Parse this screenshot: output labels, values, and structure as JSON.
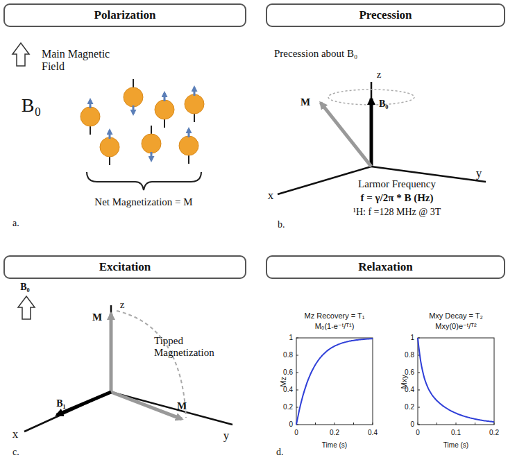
{
  "diagram": {
    "nodes": [
      {
        "text": [
          "Polarization"
        ]
      },
      {
        "text": [
          "Precession"
        ]
      },
      {
        "text": [
          "Excitation"
        ]
      },
      {
        "text": [
          "Relaxation"
        ]
      }
    ],
    "labels": [
      "Main Magnetic Field",
      "B₀",
      "Net Magnetization = M",
      "a.",
      "Precession about B₀",
      "z",
      "B₀",
      "M",
      "x",
      "y",
      "Larmor Frequency",
      "f = γ/2π * B (Hz)",
      "¹H:  f =128 MHz @ 3T",
      "b.",
      "B₀",
      "z",
      "M",
      "Tipped Magnetization",
      "B₁",
      "M",
      "x",
      "y",
      "c.",
      "Mz Recovery = T₁",
      "M₀(1-e⁻ᵗ/ᵀ¹)",
      "Mz",
      "1",
      "0.8",
      "0.6",
      "0.4",
      "0.2",
      "0",
      "0",
      "0.2",
      "0.4",
      "Time (s)",
      "Mxy Decay = T₂",
      "Mxy(0)e⁻ᵗ/ᵀ²",
      "Mxy",
      "1",
      "0.8",
      "0.6",
      "0.4",
      "0.2",
      "0",
      "0",
      "0.1",
      "0.2",
      "Time (s)",
      "d."
    ]
  }
}
